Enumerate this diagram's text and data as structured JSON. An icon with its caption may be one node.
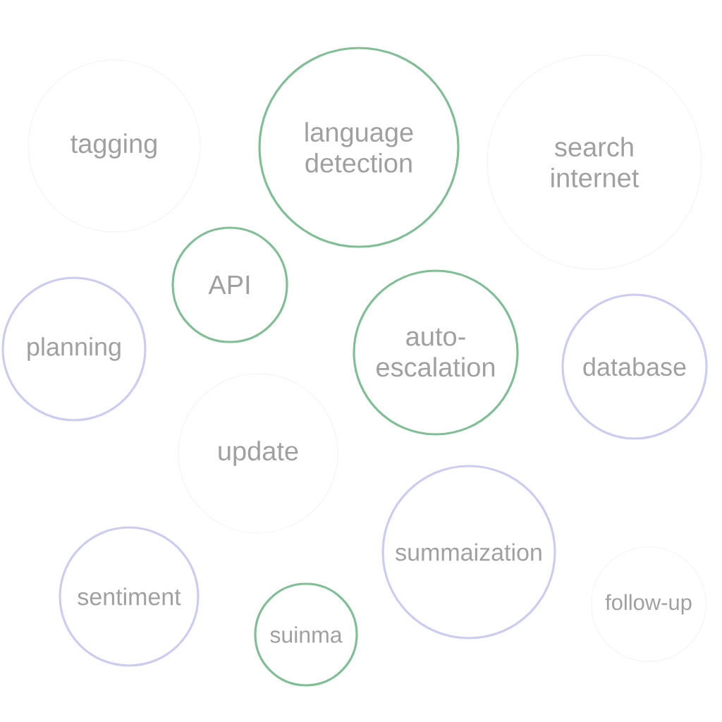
{
  "diagram": {
    "nodes": [
      {
        "text": [
          "tagging"
        ]
      },
      {
        "text": [
          "language detection"
        ]
      },
      {
        "text": [
          "search internet"
        ]
      },
      {
        "text": [
          "API"
        ]
      },
      {
        "text": [
          "planning"
        ]
      },
      {
        "text": [
          "auto-escalation"
        ]
      },
      {
        "text": [
          "database"
        ]
      },
      {
        "text": [
          "update"
        ]
      },
      {
        "text": [
          "summaization"
        ]
      },
      {
        "text": [
          "sentiment"
        ]
      },
      {
        "text": [
          "suinma"
        ]
      },
      {
        "text": [
          "follow-up"
        ]
      }
    ]
  }
}
